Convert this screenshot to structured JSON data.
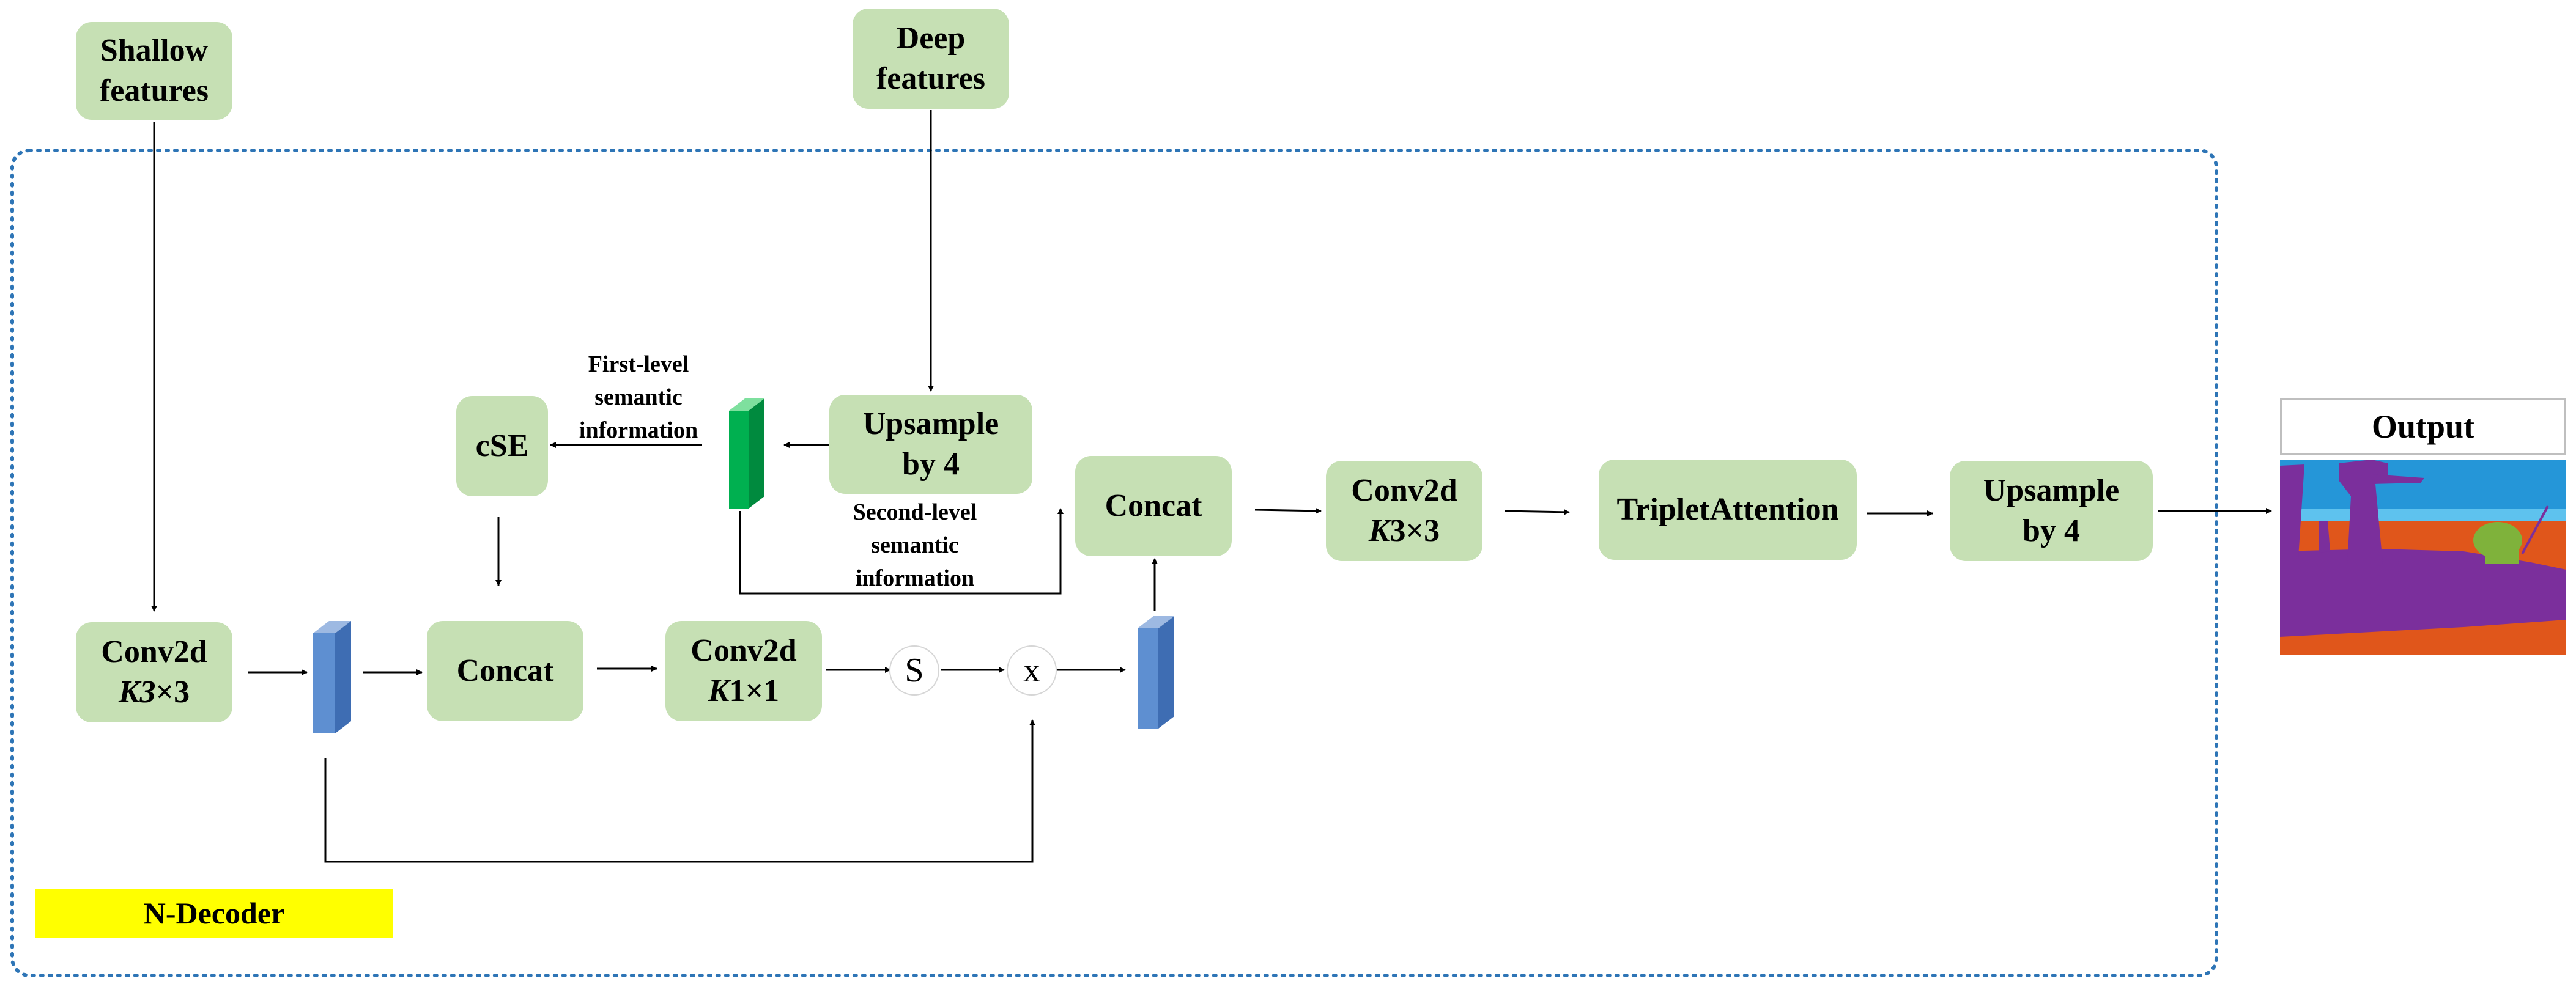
{
  "inputs": {
    "shallow": "Shallow\nfeatures",
    "deep": "Deep\nfeatures"
  },
  "blocks": {
    "conv_left": [
      "Conv2d",
      "K3",
      "×3"
    ],
    "concat_low": "Concat",
    "conv_1x1": [
      "Conv2d",
      "K",
      "1×1"
    ],
    "cse": "cSE",
    "upsample_top": "Upsample\nby 4",
    "concat_mid": "Concat",
    "conv_right": [
      "Conv2d",
      "K",
      "3×3"
    ],
    "triplet": "TripletAttention",
    "upsample_right": "Upsample\nby 4"
  },
  "operators": {
    "sigmoid": "S",
    "multiply": "x"
  },
  "annotations": {
    "first_level": "First-level\nsemantic\ninformation",
    "second_level": "Second-level\nsemantic\ninformation"
  },
  "module_label": "N-Decoder",
  "output_title": "Output",
  "colors": {
    "block_fill": "#c6e0b4",
    "dotted_border": "#2e75b6",
    "label_fill": "#ffff00",
    "tensor_blue": "#4f81bd",
    "tensor_green": "#00b050"
  },
  "icons": {
    "blue_feature_map": "cuboid-icon",
    "green_feature_map": "cuboid-icon",
    "segmentation_output": "segmentation-map-image"
  }
}
